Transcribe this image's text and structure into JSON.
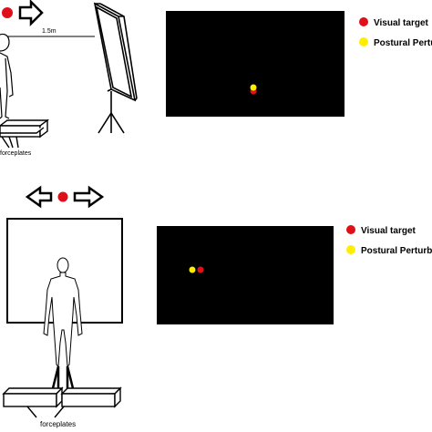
{
  "top_panel": {
    "distance_label": "1.5m",
    "forceplate_label": "forceplates",
    "legend": [
      {
        "label": "Visual target",
        "color": "#e0101a"
      },
      {
        "label": "Postural Perturbation",
        "color": "#ffee00"
      }
    ]
  },
  "bottom_panel": {
    "forceplate_label": "forceplates",
    "legend": [
      {
        "label": "Visual target",
        "color": "#e0101a"
      },
      {
        "label": "Postural Perturbation",
        "color": "#ffee00"
      }
    ]
  },
  "colors": {
    "screen": "#000000",
    "target": "#e0101a",
    "perturbation": "#ffee00",
    "line": "#000000"
  }
}
